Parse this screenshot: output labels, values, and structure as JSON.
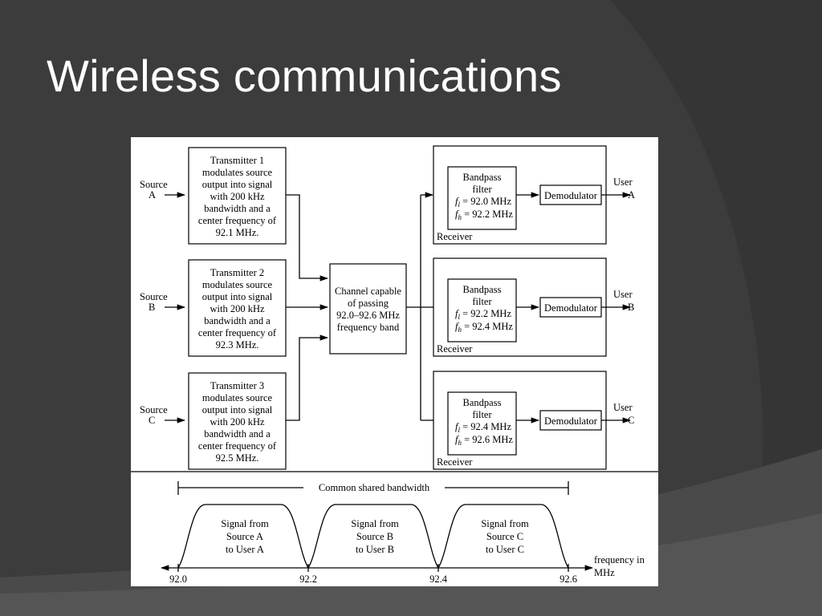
{
  "slide": {
    "title": "Wireless communications"
  },
  "sources": [
    {
      "label": "Source",
      "letter": "A"
    },
    {
      "label": "Source",
      "letter": "B"
    },
    {
      "label": "Source",
      "letter": "C"
    }
  ],
  "transmitters": [
    {
      "lines": [
        "Transmitter 1",
        "modulates source",
        "output into signal",
        "with 200 kHz",
        "bandwidth and a",
        "center frequency of",
        "92.1 MHz."
      ]
    },
    {
      "lines": [
        "Transmitter 2",
        "modulates source",
        "output into signal",
        "with 200 kHz",
        "bandwidth and a",
        "center frequency of",
        "92.3 MHz."
      ]
    },
    {
      "lines": [
        "Transmitter 3",
        "modulates source",
        "output into signal",
        "with 200 kHz",
        "bandwidth and a",
        "center frequency of",
        "92.5 MHz."
      ]
    }
  ],
  "channel": {
    "lines": [
      "Channel capable",
      "of passing",
      "92.0–92.6 MHz",
      "frequency band"
    ]
  },
  "receivers": [
    {
      "filter_lines": [
        "Bandpass",
        "filter"
      ],
      "fl_sym": "f",
      "fl_sub": "l",
      "fl_val": " = 92.0 MHz",
      "fh_sym": "f",
      "fh_sub": "h",
      "fh_val": " = 92.2 MHz",
      "demod": "Demodulator",
      "receiver_label": "Receiver",
      "user_label": "User",
      "user_letter": "A"
    },
    {
      "filter_lines": [
        "Bandpass",
        "filter"
      ],
      "fl_sym": "f",
      "fl_sub": "l",
      "fl_val": " = 92.2 MHz",
      "fh_sym": "f",
      "fh_sub": "h",
      "fh_val": " = 92.4 MHz",
      "demod": "Demodulator",
      "receiver_label": "Receiver",
      "user_label": "User",
      "user_letter": "B"
    },
    {
      "filter_lines": [
        "Bandpass",
        "filter"
      ],
      "fl_sym": "f",
      "fl_sub": "l",
      "fl_val": " = 92.4 MHz",
      "fh_sym": "f",
      "fh_sub": "h",
      "fh_val": " = 92.6 MHz",
      "demod": "Demodulator",
      "receiver_label": "Receiver",
      "user_label": "User",
      "user_letter": "C"
    }
  ],
  "spectrum": {
    "bandwidth_label": "Common shared bandwidth",
    "signals": [
      {
        "lines": [
          "Signal from",
          "Source A",
          "to User A"
        ]
      },
      {
        "lines": [
          "Signal from",
          "Source B",
          "to User B"
        ]
      },
      {
        "lines": [
          "Signal from",
          "Source C",
          "to User C"
        ]
      }
    ],
    "ticks": [
      "92.0",
      "92.2",
      "92.4",
      "92.6"
    ],
    "axis_label": [
      "frequency in",
      "MHz"
    ]
  }
}
